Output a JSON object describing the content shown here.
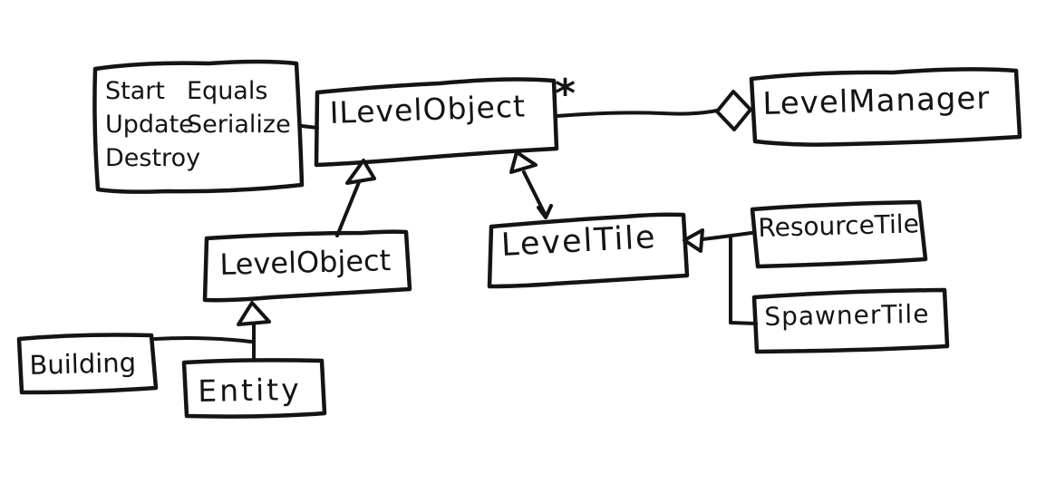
{
  "diagram": {
    "kind": "hand-drawn UML class diagram",
    "colors": {
      "background": "#ffffff",
      "ink": "#141414"
    },
    "nodes": {
      "interface_members": {
        "col1": [
          "Start",
          "Update",
          "Destroy"
        ],
        "col2": [
          "Equals",
          "Serialize"
        ]
      },
      "ilevelobject": {
        "label": "ILevelObject"
      },
      "levelmanager": {
        "label": "LevelManager"
      },
      "levelobject": {
        "label": "LevelObject"
      },
      "leveltile": {
        "label": "LevelTile"
      },
      "resourcetile": {
        "label": "ResourceTile"
      },
      "spawnertile": {
        "label": "SpawnerTile"
      },
      "building": {
        "label": "Building"
      },
      "entity": {
        "label": "Entity"
      }
    },
    "edges": {
      "ilevelobject_levelmanager": {
        "type": "aggregation",
        "multiplicity": "*"
      },
      "members_ilevelobject": {
        "type": "note-link"
      },
      "levelobject_ilevelobject": {
        "type": "inheritance"
      },
      "leveltile_ilevelobject": {
        "type": "inheritance"
      },
      "resourcetile_leveltile": {
        "type": "inheritance"
      },
      "spawnertile_leveltile": {
        "type": "inheritance"
      },
      "building_levelobject": {
        "type": "inheritance"
      },
      "entity_levelobject": {
        "type": "inheritance"
      }
    }
  }
}
